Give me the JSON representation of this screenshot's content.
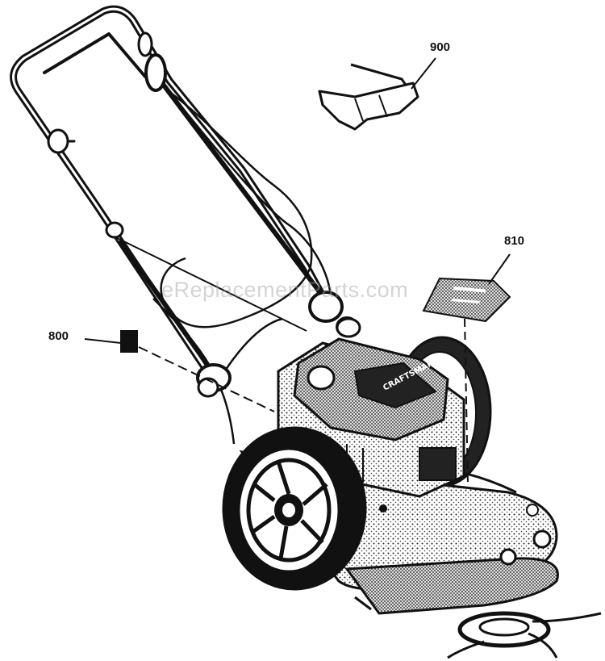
{
  "callouts": {
    "part_900": "900",
    "part_810": "810",
    "part_800": "800"
  },
  "watermark": "eReplacementParts.com",
  "engine_badge": "CRAFTSMAN",
  "colors": {
    "ink": "#111111",
    "paper": "#ffffff",
    "watermark": "#a0a0a0"
  }
}
